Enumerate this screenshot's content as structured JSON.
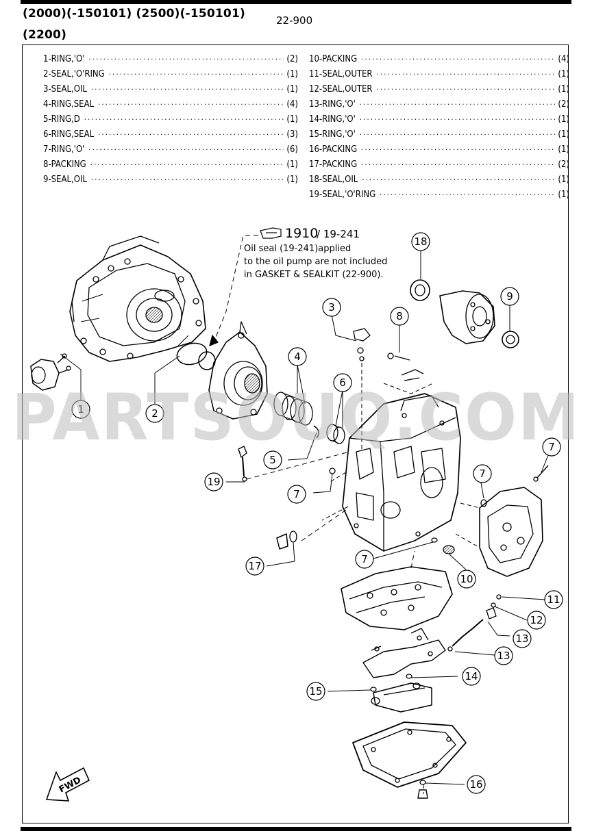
{
  "header": {
    "line1": "(2000)(-150101) (2500)(-150101)",
    "line2": "(2200)",
    "ref": "22-900"
  },
  "parts_left": [
    {
      "name": "1-RING,'O'",
      "qty": "(2)"
    },
    {
      "name": "2-SEAL,'O'RING",
      "qty": "(1)"
    },
    {
      "name": "3-SEAL,OIL",
      "qty": "(1)"
    },
    {
      "name": "4-RING,SEAL",
      "qty": "(4)"
    },
    {
      "name": "5-RING,D",
      "qty": "(1)"
    },
    {
      "name": "6-RING,SEAL",
      "qty": "(3)"
    },
    {
      "name": "7-RING,'O'",
      "qty": "(6)"
    },
    {
      "name": "8-PACKING",
      "qty": "(1)"
    },
    {
      "name": "9-SEAL,OIL",
      "qty": "(1)"
    }
  ],
  "parts_right": [
    {
      "name": "10-PACKING",
      "qty": "(4)"
    },
    {
      "name": "11-SEAL,OUTER",
      "qty": "(1)"
    },
    {
      "name": "12-SEAL,OUTER",
      "qty": "(1)"
    },
    {
      "name": "13-RING,'O'",
      "qty": "(2)"
    },
    {
      "name": "14-RING,'O'",
      "qty": "(1)"
    },
    {
      "name": "15-RING,'O'",
      "qty": "(1)"
    },
    {
      "name": "16-PACKING",
      "qty": "(1)"
    },
    {
      "name": "17-PACKING",
      "qty": "(2)"
    },
    {
      "name": "18-SEAL,OIL",
      "qty": "(1)"
    },
    {
      "name": "19-SEAL,'O'RING",
      "qty": "(1)"
    }
  ],
  "note": {
    "ref_big": "1910",
    "ref_small": "/ 19-241",
    "line1": "Oil seal (19-241)applied",
    "line2": "to the oil pump are not included",
    "line3": "in GASKET &  SEALKIT (22-900)."
  },
  "callouts": [
    "1",
    "2",
    "3",
    "4",
    "5",
    "6",
    "7",
    "7",
    "7",
    "7",
    "8",
    "9",
    "10",
    "11",
    "12",
    "13",
    "13",
    "14",
    "15",
    "16",
    "17",
    "18",
    "19"
  ],
  "fwd_label": "FWD",
  "watermark": "PARTSOUQ.COM",
  "dots": "·····································································"
}
